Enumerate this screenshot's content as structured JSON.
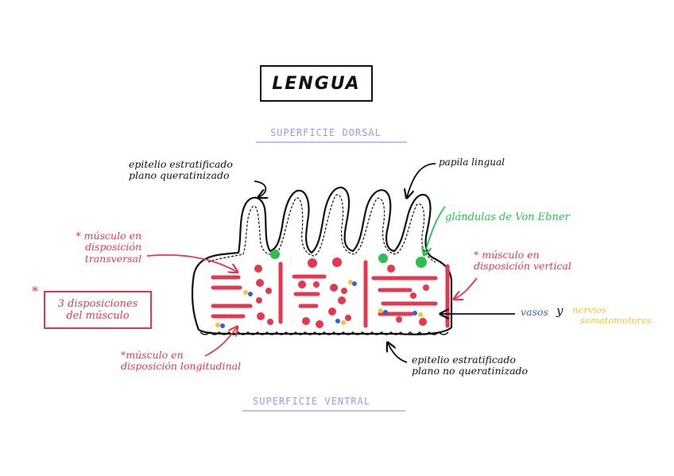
{
  "title": "LENGUA",
  "surfaces": {
    "dorsal": "SUPERFICIE DORSAL",
    "ventral": "SUPERFICIE VENTRAL"
  },
  "labels": {
    "epitelio_queratinizado": [
      "epitelio estratificado",
      "plano queratinizado"
    ],
    "papila": "papila lingual",
    "glandulas": "glándulas de Von Ebner",
    "musculo_transversal": [
      "* músculo en",
      "disposición",
      "transversal"
    ],
    "musculo_vertical": [
      "* músculo en",
      "disposición vertical"
    ],
    "tres_disposiciones": [
      "3 disposiciones",
      "del músculo"
    ],
    "musculo_longitudinal": [
      "*músculo en",
      "disposición longitudinal"
    ],
    "vasos": "vasos",
    "y": "y",
    "nervios": [
      "nervios",
      "somatomotores"
    ],
    "epitelio_no_queratinizado": [
      "epitelio estratificado",
      "plano no queratinizado"
    ]
  },
  "colors": {
    "outline": "#111111",
    "muscle": "#e4384f",
    "gland": "#2fbd52",
    "vessel": "#2f62d6",
    "nerve": "#f2c633",
    "surface": "#9f97ef"
  }
}
